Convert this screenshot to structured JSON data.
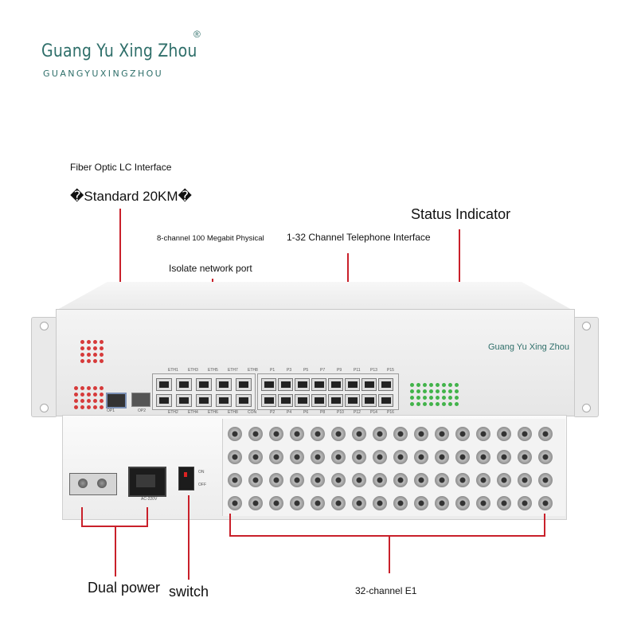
{
  "brand": {
    "name": "Guang Yu Xing Zhou",
    "reg_mark": "®",
    "subname": "GUANGYUXINGZHOU"
  },
  "callouts": {
    "fiber_line1": "Fiber Optic LC Interface",
    "fiber_line2": "�Standard 20KM�",
    "ethernet_line1": "8-channel 100 Megabit Physical",
    "ethernet_line2": "Isolate network port",
    "telephone": "1-32 Channel Telephone Interface",
    "status": "Status Indicator",
    "dual_power": "Dual power",
    "switch": "switch",
    "e1": "32-channel E1"
  },
  "device": {
    "front_logo": "Guang Yu Xing Zhou",
    "eth_top": [
      "ETH1",
      "ETH3",
      "ETH5",
      "ETH7",
      "ETH8"
    ],
    "eth_bottom": [
      "ETH2",
      "ETH4",
      "ETH6",
      "ETH8",
      "CON"
    ],
    "phone_top": [
      "P1",
      "P3",
      "P5",
      "P7",
      "P9",
      "P11",
      "P13",
      "P15"
    ],
    "phone_bottom": [
      "P2",
      "P4",
      "P6",
      "P8",
      "P10",
      "P12",
      "P14",
      "P16"
    ],
    "sfp_labels": [
      "OP1",
      "OP2"
    ],
    "power_label": "AC-220V",
    "switch_labels": [
      "ON",
      "OFF"
    ]
  },
  "colors": {
    "accent_red": "#c9202a",
    "brand_teal": "#2f6f6a",
    "led_red": "#d63a3a",
    "led_green": "#42b34a"
  }
}
